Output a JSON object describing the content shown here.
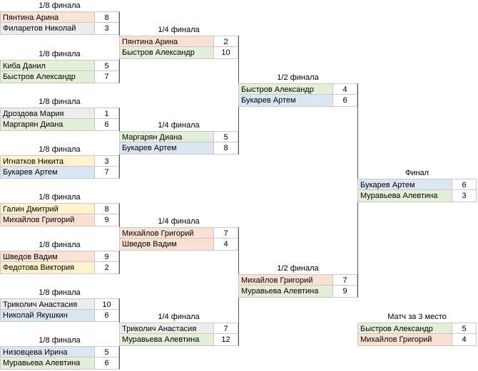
{
  "colors": {
    "pink": "#fbe0d4",
    "green": "#e3efd9",
    "blue": "#dce6f2",
    "gray": "#ededed",
    "yellow": "#fff2cc",
    "line": "#555555"
  },
  "matches": [
    {
      "id": "r16-1",
      "title": "1/8 финала",
      "players": [
        {
          "name": "Пянтина Арина",
          "score": "8",
          "color": "pink"
        },
        {
          "name": "Филаретов Николай",
          "score": "3",
          "color": "gray"
        }
      ]
    },
    {
      "id": "r16-2",
      "title": "1/8 финала",
      "players": [
        {
          "name": "Киба Данил",
          "score": "5",
          "color": "green"
        },
        {
          "name": "Быстров Александр",
          "score": "7",
          "color": "green"
        }
      ]
    },
    {
      "id": "r16-3",
      "title": "1/8 финала",
      "players": [
        {
          "name": "Дроздова Мария",
          "score": "1",
          "color": "gray"
        },
        {
          "name": "Маргарян Диана",
          "score": "6",
          "color": "green"
        }
      ]
    },
    {
      "id": "r16-4",
      "title": "1/8 финала",
      "players": [
        {
          "name": "Игнатков Никита",
          "score": "3",
          "color": "yellow"
        },
        {
          "name": "Букарев Артем",
          "score": "7",
          "color": "blue"
        }
      ]
    },
    {
      "id": "r16-5",
      "title": "1/8 финала",
      "players": [
        {
          "name": "Галин Дмитрий",
          "score": "8",
          "color": "yellow"
        },
        {
          "name": "Михайлов Григорий",
          "score": "9",
          "color": "pink"
        }
      ]
    },
    {
      "id": "r16-6",
      "title": "1/8 финала",
      "players": [
        {
          "name": "Шведов Вадим",
          "score": "9",
          "color": "pink"
        },
        {
          "name": "Федотова Виктория",
          "score": "2",
          "color": "yellow"
        }
      ]
    },
    {
      "id": "r16-7",
      "title": "1/8 финала",
      "players": [
        {
          "name": "Триколич Анастасия",
          "score": "10",
          "color": "gray"
        },
        {
          "name": "Николай Якушкин",
          "score": "6",
          "color": "blue"
        }
      ]
    },
    {
      "id": "r16-8",
      "title": "1/8 финала",
      "players": [
        {
          "name": "Низовцева Ирина",
          "score": "5",
          "color": "blue"
        },
        {
          "name": "Муравьева Алевтина",
          "score": "6",
          "color": "green"
        }
      ]
    },
    {
      "id": "qf-1",
      "title": "1/4 финала",
      "players": [
        {
          "name": "Пянтина Арина",
          "score": "2",
          "color": "pink"
        },
        {
          "name": "Быстров Александр",
          "score": "10",
          "color": "green"
        }
      ]
    },
    {
      "id": "qf-2",
      "title": "1/4 финала",
      "players": [
        {
          "name": "Маргарян Диана",
          "score": "5",
          "color": "green"
        },
        {
          "name": "Букарев Артем",
          "score": "8",
          "color": "blue"
        }
      ]
    },
    {
      "id": "qf-3",
      "title": "1/4 финала",
      "players": [
        {
          "name": "Михайлов Григорий",
          "score": "7",
          "color": "pink"
        },
        {
          "name": "Шведов Вадим",
          "score": "4",
          "color": "pink"
        }
      ]
    },
    {
      "id": "qf-4",
      "title": "1/4 финала",
      "players": [
        {
          "name": "Триколич Анастасия",
          "score": "7",
          "color": "gray"
        },
        {
          "name": "Муравьева Алевтина",
          "score": "12",
          "color": "green"
        }
      ]
    },
    {
      "id": "sf-1",
      "title": "1/2 финала",
      "players": [
        {
          "name": "Быстров Александр",
          "score": "4",
          "color": "green"
        },
        {
          "name": "Букарев Артем",
          "score": "6",
          "color": "blue"
        }
      ]
    },
    {
      "id": "sf-2",
      "title": "1/2 финала",
      "players": [
        {
          "name": "Михайлов Григорий",
          "score": "7",
          "color": "pink"
        },
        {
          "name": "Муравьева Алевтина",
          "score": "9",
          "color": "green"
        }
      ]
    },
    {
      "id": "final",
      "title": "Финал",
      "players": [
        {
          "name": "Букарев Артем",
          "score": "6",
          "color": "blue"
        },
        {
          "name": "Муравьева Алевтина",
          "score": "3",
          "color": "green"
        }
      ]
    },
    {
      "id": "third-place",
      "title": "Матч за 3 место",
      "players": [
        {
          "name": "Быстров Александр",
          "score": "5",
          "color": "green"
        },
        {
          "name": "Михайлов Григорий",
          "score": "4",
          "color": "pink"
        }
      ]
    }
  ]
}
